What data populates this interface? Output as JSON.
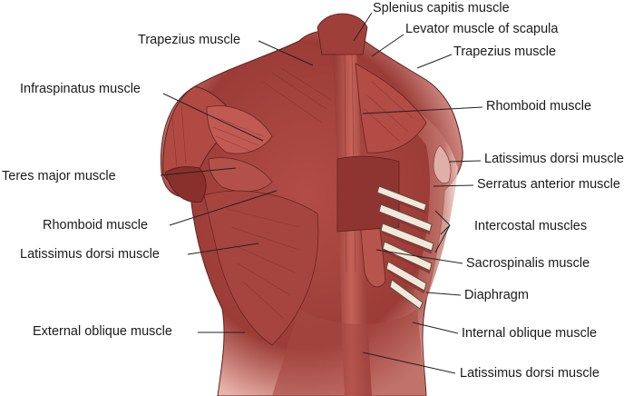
{
  "labels": {
    "splenius_capitis": "Splenius capitis muscle",
    "levator_scapula": "Levator muscle of scapula",
    "trapezius_left": "Trapezius muscle",
    "trapezius_right": "Trapezius muscle",
    "infraspinatus": "Infraspinatus muscle",
    "rhomboid_right": "Rhomboid muscle",
    "latissimus_right_upper": "Latissimus dorsi muscle",
    "teres_major": "Teres major muscle",
    "serratus_anterior": "Serratus anterior muscle",
    "intercostal": "Intercostal muscles",
    "rhomboid_left": "Rhomboid muscle",
    "latissimus_left": "Latissimus dorsi muscle",
    "sacrospinalis": "Sacrospinalis muscle",
    "diaphragm": "Diaphragm",
    "external_oblique": "External oblique muscle",
    "internal_oblique": "Internal oblique muscle",
    "latissimus_bottom": "Latissimus dorsi muscle"
  },
  "colors": {
    "muscle": "#a3443f",
    "muscle_dark": "#7a2a27",
    "muscle_light": "#c86a60",
    "rib": "#efe9dc",
    "leader": "#222222"
  }
}
